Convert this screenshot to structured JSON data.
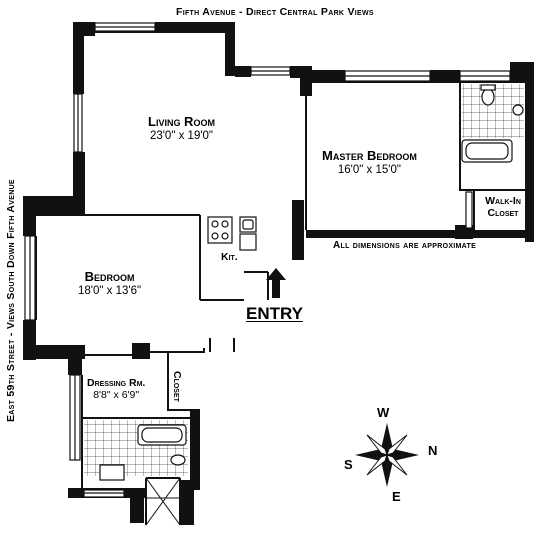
{
  "header": {
    "street_top": "Fifth Avenue - Direct Central Park Views",
    "street_side": "East 59th Street - Views South Down Fifth Avenue"
  },
  "rooms": {
    "living_room": {
      "name": "Living Room",
      "dims": "23'0\" x 19'0\""
    },
    "master_bedroom": {
      "name": "Master Bedroom",
      "dims": "16'0\" x 15'0\""
    },
    "walk_in_closet": {
      "line1": "Walk-In",
      "line2": "Closet"
    },
    "bedroom": {
      "name": "Bedroom",
      "dims": "18'0\" x 13'6\""
    },
    "kitchen": {
      "name": "Kit."
    },
    "dressing_room": {
      "name": "Dressing Rm.",
      "dims": "8'8\" x 6'9\""
    },
    "closet": {
      "name": "Closet"
    }
  },
  "note": "All dimensions are approximate",
  "entry": "ENTRY",
  "compass": {
    "n": "N",
    "s": "S",
    "e": "E",
    "w": "W"
  }
}
